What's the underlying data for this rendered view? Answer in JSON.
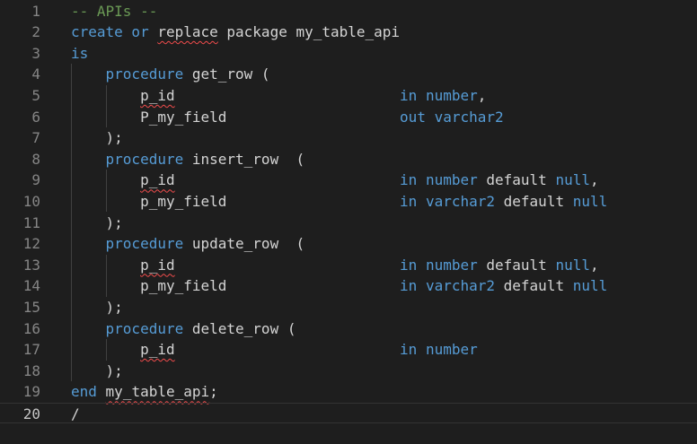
{
  "editor": {
    "lines": [
      {
        "number": "1",
        "tokens": [
          {
            "text": "-- APIs --",
            "type": "comment"
          }
        ]
      },
      {
        "number": "2",
        "tokens": [
          {
            "text": "create or ",
            "type": "keyword"
          },
          {
            "text": "replace",
            "type": "squiggle"
          },
          {
            "text": " package my_table_api",
            "type": "text"
          }
        ]
      },
      {
        "number": "3",
        "tokens": [
          {
            "text": "is",
            "type": "keyword"
          }
        ]
      },
      {
        "number": "4",
        "tokens": [
          {
            "text": "    ",
            "type": "text"
          },
          {
            "text": "procedure",
            "type": "keyword"
          },
          {
            "text": " get_row (",
            "type": "text"
          }
        ]
      },
      {
        "number": "5",
        "tokens": [
          {
            "text": "        ",
            "type": "text"
          },
          {
            "text": "p_id",
            "type": "squiggle"
          },
          {
            "text": "                          ",
            "type": "text"
          },
          {
            "text": "in number",
            "type": "keyword"
          },
          {
            "text": ",",
            "type": "text"
          }
        ]
      },
      {
        "number": "6",
        "tokens": [
          {
            "text": "        P_my_field                    ",
            "type": "text"
          },
          {
            "text": "out varchar2",
            "type": "keyword"
          }
        ]
      },
      {
        "number": "7",
        "tokens": [
          {
            "text": "    );",
            "type": "text"
          }
        ]
      },
      {
        "number": "8",
        "tokens": [
          {
            "text": "    ",
            "type": "text"
          },
          {
            "text": "procedure",
            "type": "keyword"
          },
          {
            "text": " insert_row  (",
            "type": "text"
          }
        ]
      },
      {
        "number": "9",
        "tokens": [
          {
            "text": "        ",
            "type": "text"
          },
          {
            "text": "p_id",
            "type": "squiggle"
          },
          {
            "text": "                          ",
            "type": "text"
          },
          {
            "text": "in number",
            "type": "keyword"
          },
          {
            "text": " default ",
            "type": "text"
          },
          {
            "text": "null",
            "type": "keyword"
          },
          {
            "text": ",",
            "type": "text"
          }
        ]
      },
      {
        "number": "10",
        "tokens": [
          {
            "text": "        p_my_field                    ",
            "type": "text"
          },
          {
            "text": "in varchar2",
            "type": "keyword"
          },
          {
            "text": " default ",
            "type": "text"
          },
          {
            "text": "null",
            "type": "keyword"
          }
        ]
      },
      {
        "number": "11",
        "tokens": [
          {
            "text": "    );",
            "type": "text"
          }
        ]
      },
      {
        "number": "12",
        "tokens": [
          {
            "text": "    ",
            "type": "text"
          },
          {
            "text": "procedure",
            "type": "keyword"
          },
          {
            "text": " update_row  (",
            "type": "text"
          }
        ]
      },
      {
        "number": "13",
        "tokens": [
          {
            "text": "        ",
            "type": "text"
          },
          {
            "text": "p_id",
            "type": "squiggle"
          },
          {
            "text": "                          ",
            "type": "text"
          },
          {
            "text": "in number",
            "type": "keyword"
          },
          {
            "text": " default ",
            "type": "text"
          },
          {
            "text": "null",
            "type": "keyword"
          },
          {
            "text": ",",
            "type": "text"
          }
        ]
      },
      {
        "number": "14",
        "tokens": [
          {
            "text": "        p_my_field                    ",
            "type": "text"
          },
          {
            "text": "in varchar2",
            "type": "keyword"
          },
          {
            "text": " default ",
            "type": "text"
          },
          {
            "text": "null",
            "type": "keyword"
          }
        ]
      },
      {
        "number": "15",
        "tokens": [
          {
            "text": "    );",
            "type": "text"
          }
        ]
      },
      {
        "number": "16",
        "tokens": [
          {
            "text": "    ",
            "type": "text"
          },
          {
            "text": "procedure",
            "type": "keyword"
          },
          {
            "text": " delete_row (",
            "type": "text"
          }
        ]
      },
      {
        "number": "17",
        "tokens": [
          {
            "text": "        ",
            "type": "text"
          },
          {
            "text": "p_id",
            "type": "squiggle"
          },
          {
            "text": "                          ",
            "type": "text"
          },
          {
            "text": "in number",
            "type": "keyword"
          }
        ]
      },
      {
        "number": "18",
        "tokens": [
          {
            "text": "    );",
            "type": "text"
          }
        ]
      },
      {
        "number": "19",
        "tokens": [
          {
            "text": "end",
            "type": "keyword"
          },
          {
            "text": " ",
            "type": "text"
          },
          {
            "text": "my_table_api",
            "type": "squiggle"
          },
          {
            "text": ";",
            "type": "text"
          }
        ]
      },
      {
        "number": "20",
        "current": true,
        "tokens": [
          {
            "text": "/",
            "type": "text"
          }
        ]
      }
    ]
  },
  "colors": {
    "background": "#1e1e1e",
    "keyword": "#569cd6",
    "comment": "#6a9955",
    "text": "#d4d4d4",
    "line_number": "#858585",
    "squiggle": "#f14c4c"
  }
}
